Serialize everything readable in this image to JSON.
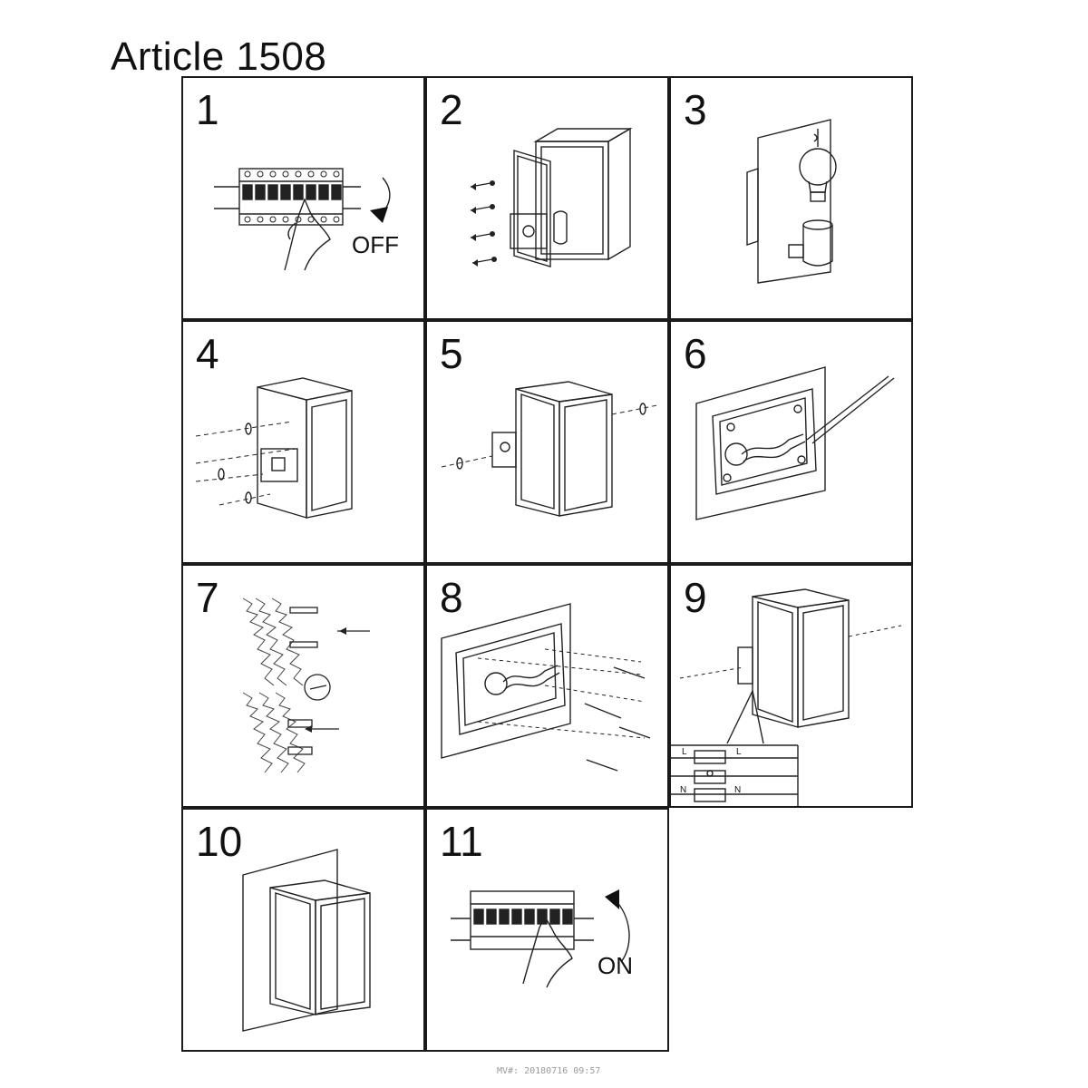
{
  "document": {
    "title": "Article 1508",
    "steps": [
      {
        "number": "1",
        "label": "OFF"
      },
      {
        "number": "2"
      },
      {
        "number": "3"
      },
      {
        "number": "4"
      },
      {
        "number": "5"
      },
      {
        "number": "6"
      },
      {
        "number": "7"
      },
      {
        "number": "8"
      },
      {
        "number": "9",
        "wiring_labels": [
          "L",
          "L",
          "N",
          "N"
        ]
      },
      {
        "number": "10"
      },
      {
        "number": "11",
        "label": "ON"
      }
    ],
    "footer": "MV#: 20180716 09:57"
  }
}
